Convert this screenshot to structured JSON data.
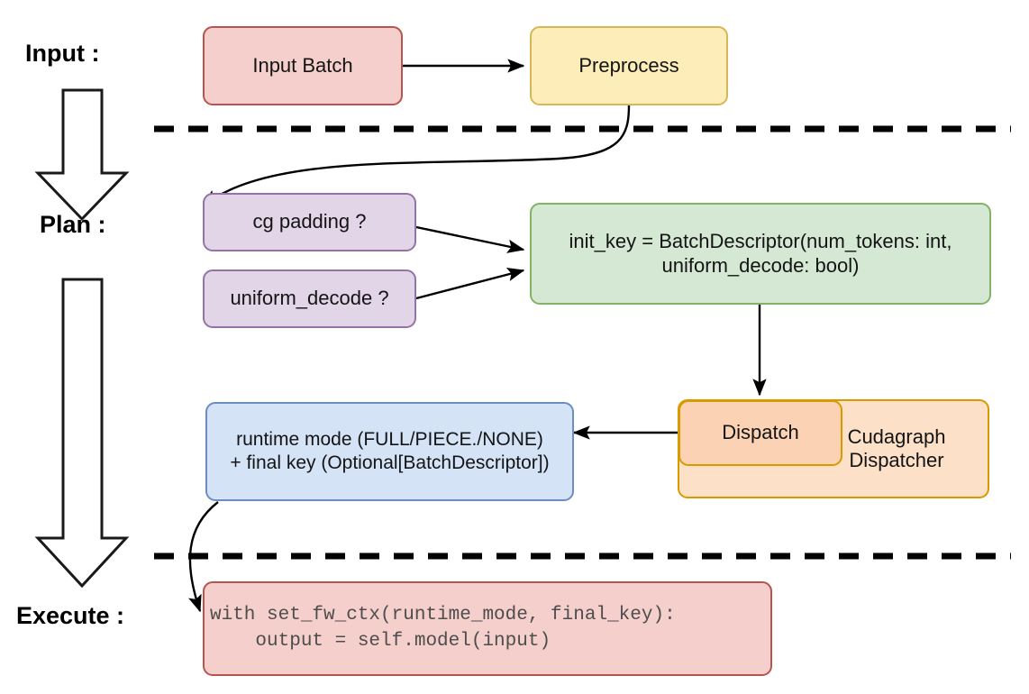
{
  "diagram": {
    "title": "vLLM cudagraph dispatch pipeline",
    "background": "#ffffff",
    "stages": [
      {
        "id": "input",
        "label": "Input :"
      },
      {
        "id": "plan",
        "label": "Plan :"
      },
      {
        "id": "execute",
        "label": "Execute :"
      }
    ],
    "nodes": {
      "input_batch": {
        "label": "Input Batch",
        "fill": "#f5cfcc",
        "stroke": "#b85450"
      },
      "preprocess": {
        "label": "Preprocess",
        "fill": "#fdeeb9",
        "stroke": "#d6b656"
      },
      "cg_padding": {
        "label": "cg padding ?",
        "fill": "#e1d5e7",
        "stroke": "#9673a6"
      },
      "uniform_decode": {
        "label": "uniform_decode ?",
        "fill": "#e1d5e7",
        "stroke": "#9673a6"
      },
      "init_key": {
        "line1": "init_key = BatchDescriptor(num_tokens: int,",
        "line2": "uniform_decode: bool)",
        "fill": "#d5e8d4",
        "stroke": "#82b366"
      },
      "dispatch": {
        "label": "Dispatch",
        "fill": "#fbd3b4",
        "stroke": "#d79b00"
      },
      "dispatcher": {
        "line1": "Cudagraph",
        "line2": "Dispatcher",
        "fill": "#fce0c8",
        "stroke": "#d79b00"
      },
      "runtime_mode": {
        "line1": "runtime mode (FULL/PIECE./NONE)",
        "line2": "+ final key (Optional[BatchDescriptor])",
        "fill": "#d5e3f7",
        "stroke": "#6c8ebf"
      },
      "execute_code": {
        "line1": "with set_fw_ctx(runtime_mode, final_key):",
        "line2": "    output = self.model(input)",
        "fill": "#f5cfcc",
        "stroke": "#b85450"
      }
    },
    "separators": [
      {
        "id": "input-plan-divider",
        "style": "dashed",
        "color": "#000000"
      },
      {
        "id": "plan-execute-divider",
        "style": "dashed",
        "color": "#000000"
      }
    ],
    "flow_arrows": [
      {
        "from": "input_batch",
        "to": "preprocess"
      },
      {
        "from": "preprocess",
        "to": "cg_padding"
      },
      {
        "from": "cg_padding",
        "to": "init_key"
      },
      {
        "from": "uniform_decode",
        "to": "init_key"
      },
      {
        "from": "init_key",
        "to": "dispatch"
      },
      {
        "from": "dispatch",
        "to": "runtime_mode"
      },
      {
        "from": "runtime_mode",
        "to": "execute_code"
      }
    ],
    "stage_arrows": [
      {
        "id": "input-to-plan-block-arrow"
      },
      {
        "id": "plan-to-execute-block-arrow"
      }
    ]
  }
}
